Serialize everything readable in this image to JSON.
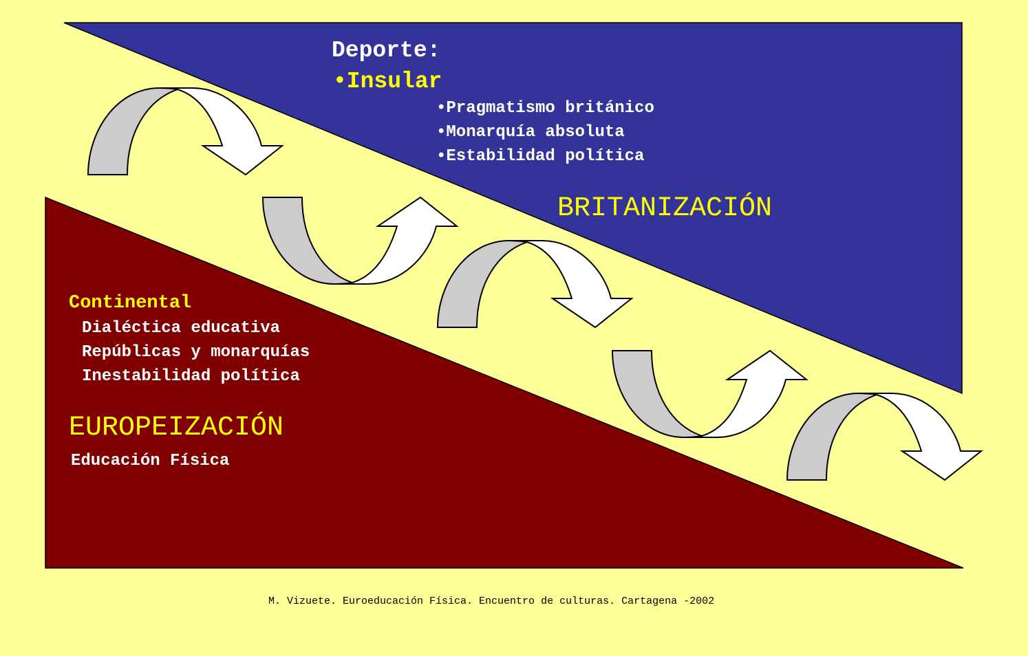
{
  "colors": {
    "background": "#FFFF99",
    "britanizacion": "#333399",
    "europeizacion": "#800000",
    "highlight": "#FFFF00"
  },
  "britanizacion": {
    "heading": "Deporte:",
    "subheading": "•Insular",
    "items": [
      "•Pragmatismo británico",
      "•Monarquía absoluta",
      "•Estabilidad política"
    ],
    "title": "BRITANIZACIÓN"
  },
  "europeizacion": {
    "subheading": "Continental",
    "items": [
      "Dialéctica educativa",
      "Repúblicas y monarquías",
      "Inestabilidad política"
    ],
    "title": "EUROPEIZACIÓN",
    "footer_label": "Educación Física"
  },
  "footer": "M. Vizuete. Euroeducación Física. Encuentro de culturas. Cartagena -2002"
}
